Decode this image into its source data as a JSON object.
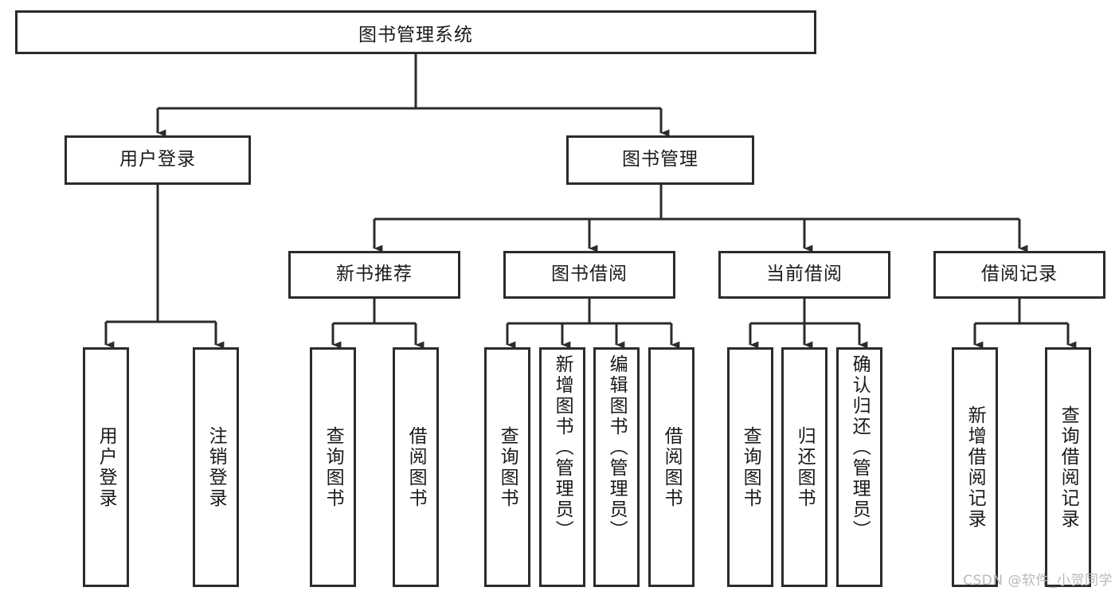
{
  "diagram": {
    "title": "图书管理系统",
    "type": "tree-hierarchy",
    "root": {
      "id": "root",
      "label": "图书管理系统"
    },
    "level1": [
      {
        "id": "user-login",
        "label": "用户登录"
      },
      {
        "id": "book-manage",
        "label": "图书管理"
      }
    ],
    "level2": [
      {
        "id": "new-book-recommend",
        "label": "新书推荐"
      },
      {
        "id": "book-borrow",
        "label": "图书借阅"
      },
      {
        "id": "current-borrow",
        "label": "当前借阅"
      },
      {
        "id": "borrow-record",
        "label": "借阅记录"
      }
    ],
    "leaves": {
      "user_login": [
        {
          "id": "leaf-user-login",
          "label": "用户登录"
        },
        {
          "id": "leaf-user-logout",
          "label": "注销登录"
        }
      ],
      "new_book_recommend": [
        {
          "id": "leaf-query-book-1",
          "label": "查询图书"
        },
        {
          "id": "leaf-borrow-book-1",
          "label": "借阅图书"
        }
      ],
      "book_borrow": [
        {
          "id": "leaf-query-book-2",
          "label": "查询图书"
        },
        {
          "id": "leaf-add-book",
          "label": "新增图书（管理员）"
        },
        {
          "id": "leaf-edit-book",
          "label": "编辑图书（管理员）"
        },
        {
          "id": "leaf-borrow-book-2",
          "label": "借阅图书"
        }
      ],
      "current_borrow": [
        {
          "id": "leaf-query-book-3",
          "label": "查询图书"
        },
        {
          "id": "leaf-return-book",
          "label": "归还图书"
        },
        {
          "id": "leaf-confirm-return",
          "label": "确认归还（管理员）"
        }
      ],
      "borrow_record": [
        {
          "id": "leaf-add-record",
          "label": "新增借阅记录"
        },
        {
          "id": "leaf-query-record",
          "label": "查询借阅记录"
        }
      ]
    }
  },
  "watermark": {
    "text": "CSDN @软件_小贺同学"
  },
  "colors": {
    "box_border": "#2b2b2b",
    "box_fill": "#ffffff",
    "edge": "#2b2b2b",
    "text": "#1a1a1a",
    "watermark": "#b9b9b9",
    "page_background": "#ffffff"
  }
}
